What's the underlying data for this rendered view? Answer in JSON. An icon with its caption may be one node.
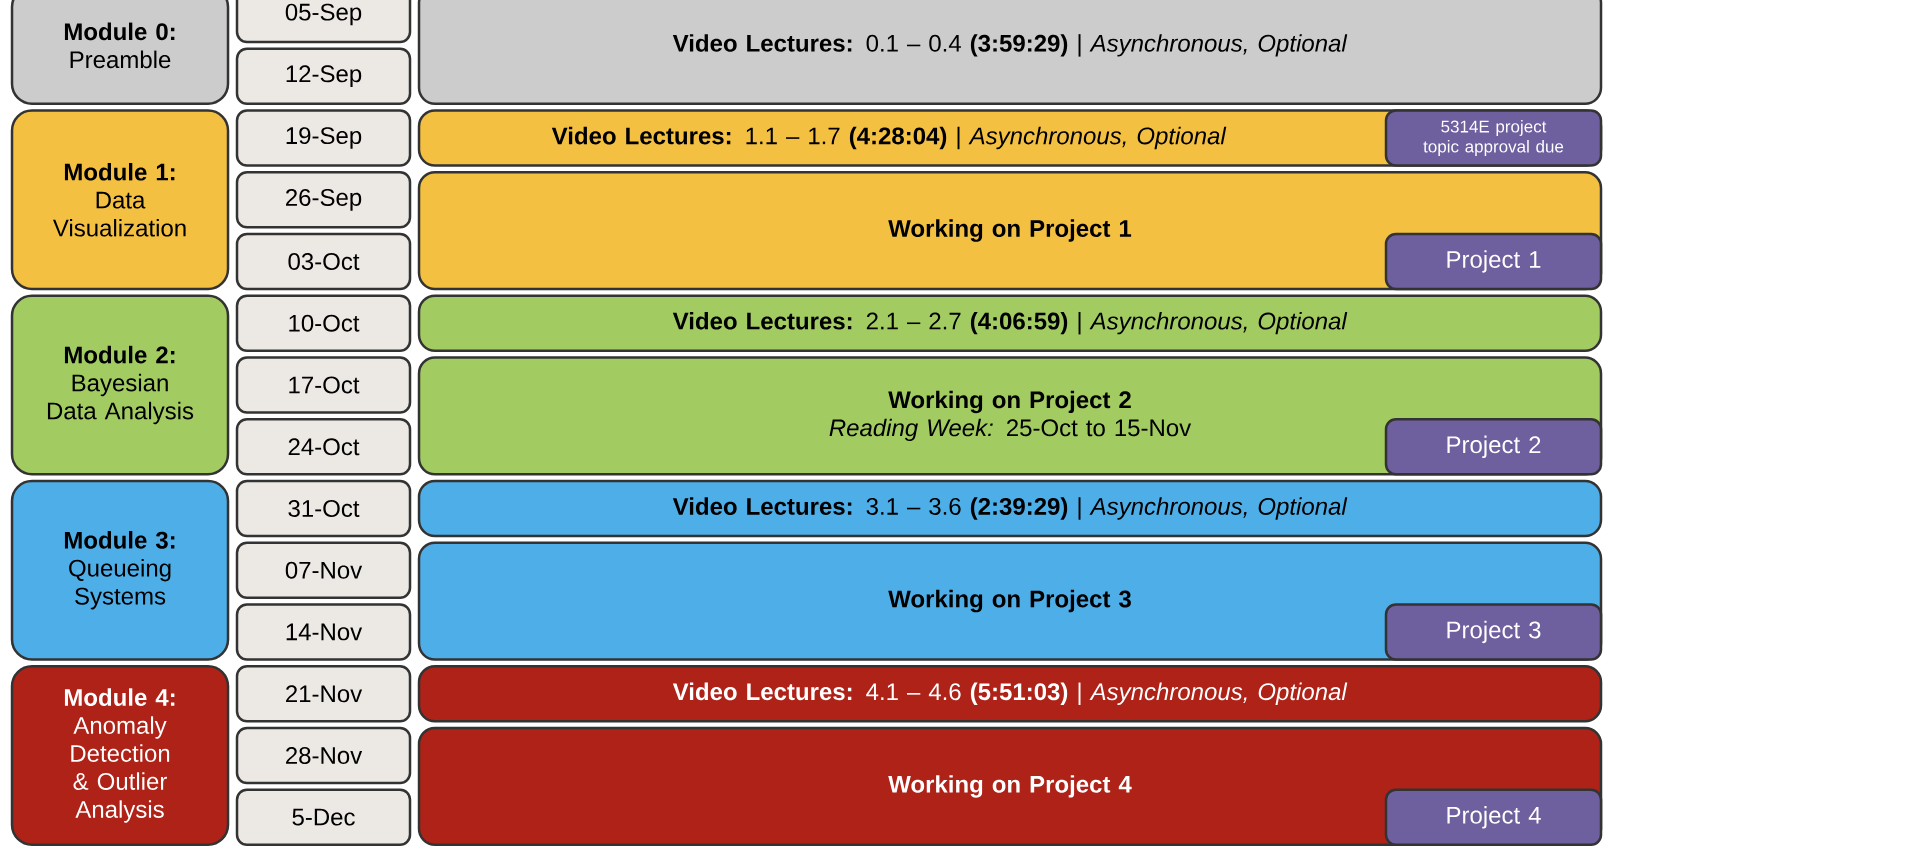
{
  "diagram": {
    "nodes": [
      {
        "text": [
          "Module 0:",
          "Preamble"
        ]
      },
      {
        "text": [
          "05-Sep"
        ]
      },
      {
        "text": [
          "12-Sep"
        ]
      },
      {
        "text": [
          "**Video Lectures:** 0.1 – 0.4 **(3:59:29)** | *Asynchronous, Optional*"
        ]
      },
      {
        "text": [
          "Module 1:",
          "Data Visualization"
        ]
      },
      {
        "text": [
          "19-Sep"
        ]
      },
      {
        "text": [
          "26-Sep"
        ]
      },
      {
        "text": [
          "03-Oct"
        ]
      },
      {
        "text": [
          "**Video Lectures:** 1.1 – 1.7 **(4:28:04)** | *Asynchronous, Optional*"
        ]
      },
      {
        "text": [
          "5314E project topic approval due"
        ],
        "in": 8
      },
      {
        "text": [
          "Working on Project 1"
        ]
      },
      {
        "text": [
          "Project 1"
        ],
        "in": 10
      },
      {
        "text": [
          "Module 2:",
          "Bayesian Data Analysis"
        ]
      },
      {
        "text": [
          "10-Oct"
        ]
      },
      {
        "text": [
          "17-Oct"
        ]
      },
      {
        "text": [
          "24-Oct"
        ]
      },
      {
        "text": [
          "**Video Lectures:** 2.1 – 2.7 **(4:06:59)** | *Asynchronous, Optional*"
        ]
      },
      {
        "text": [
          "Working on Project 2",
          "*Reading Week:* 25-Oct to 15-Nov"
        ]
      },
      {
        "text": [
          "Project 2"
        ],
        "in": 17
      },
      {
        "text": [
          "Module 3:",
          "Queueing Systems"
        ]
      },
      {
        "text": [
          "31-Oct"
        ]
      },
      {
        "text": [
          "07-Nov"
        ]
      },
      {
        "text": [
          "14-Nov"
        ]
      },
      {
        "text": [
          "**Video Lectures:** 3.1 – 3.6 **(2:39:29)** | *Asynchronous, Optional*"
        ]
      },
      {
        "text": [
          "Working on Project 3"
        ]
      },
      {
        "text": [
          "Project 3"
        ],
        "in": 24
      },
      {
        "text": [
          "Module 4:",
          "Anomaly Detection & Outlier Analysis"
        ]
      },
      {
        "text": [
          "21-Nov"
        ]
      },
      {
        "text": [
          "28-Nov"
        ]
      },
      {
        "text": [
          "5-Dec"
        ]
      },
      {
        "text": [
          "**Video Lectures:** 4.1 – 4.6 **(5:51:03)** | *Asynchronous, Optional*"
        ]
      },
      {
        "text": [
          "Working on Project 4"
        ]
      },
      {
        "text": [
          "Project 4"
        ],
        "in": 31
      }
    ]
  }
}
